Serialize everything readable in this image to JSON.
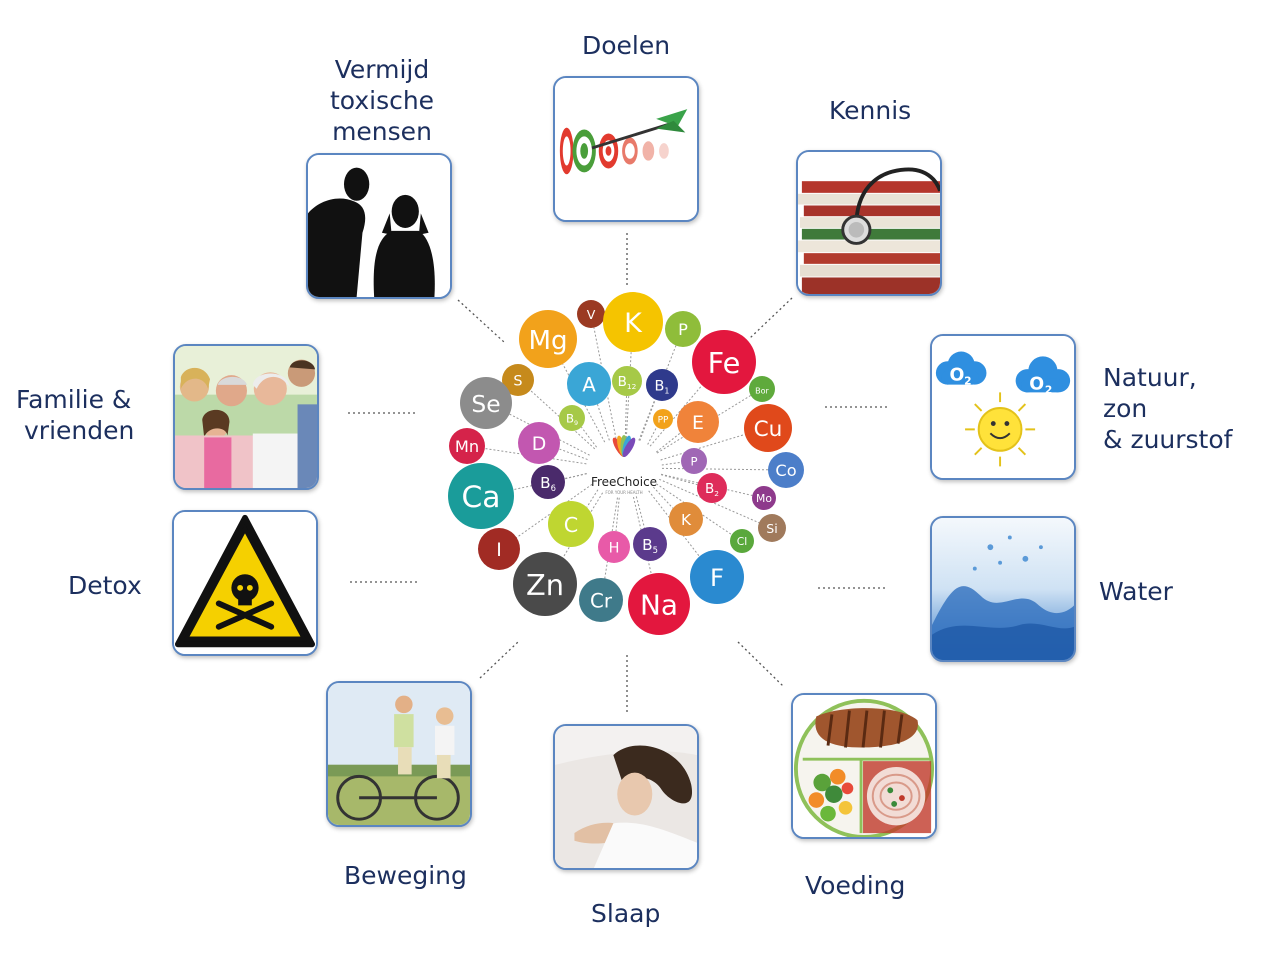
{
  "labels": {
    "doelen": "Doelen",
    "kennis": "Kennis",
    "toxic": [
      "Vermijd",
      "toxische",
      "mensen"
    ],
    "familie": [
      "Familie &",
      "vrienden"
    ],
    "natuur": [
      "Natuur,",
      "zon",
      "& zuurstof"
    ],
    "detox": "Detox",
    "water": "Water",
    "beweging": "Beweging",
    "slaap": "Slaap",
    "voeding": "Voeding"
  },
  "logo": {
    "name": "FreeChoice",
    "tagline": "FOR YOUR HEALTH"
  },
  "nutrients": [
    {
      "t": "Mg",
      "c": "#f2a21b"
    },
    {
      "t": "V",
      "c": "#9b3a22"
    },
    {
      "t": "K",
      "c": "#f5c400"
    },
    {
      "t": "P",
      "c": "#8fbd3a"
    },
    {
      "t": "Fe",
      "c": "#e3173e"
    },
    {
      "t": "S",
      "c": "#c68a1c"
    },
    {
      "t": "A",
      "c": "#3aa6d6"
    },
    {
      "t": "B12",
      "c": "#a6c947"
    },
    {
      "t": "B1",
      "c": "#2f3a8c"
    },
    {
      "t": "Bor",
      "c": "#5faa3c"
    },
    {
      "t": "Se",
      "c": "#8c8c8c"
    },
    {
      "t": "B9",
      "c": "#a6c947"
    },
    {
      "t": "PP",
      "c": "#f2a21b"
    },
    {
      "t": "E",
      "c": "#f0833a"
    },
    {
      "t": "Cu",
      "c": "#e0491b"
    },
    {
      "t": "Mn",
      "c": "#d5234a"
    },
    {
      "t": "D",
      "c": "#c257b0"
    },
    {
      "t": "P",
      "c": "#a067b5"
    },
    {
      "t": "Co",
      "c": "#4c7ec9"
    },
    {
      "t": "Ca",
      "c": "#1a9c9a"
    },
    {
      "t": "B6",
      "c": "#4a2a6b"
    },
    {
      "t": "B2",
      "c": "#de2c5a"
    },
    {
      "t": "Mo",
      "c": "#8e3a8c"
    },
    {
      "t": "K",
      "c": "#e08c3a"
    },
    {
      "t": "Si",
      "c": "#a07a5c"
    },
    {
      "t": "C",
      "c": "#bfd631"
    },
    {
      "t": "Cl",
      "c": "#5aa83c"
    },
    {
      "t": "I",
      "c": "#a12b24"
    },
    {
      "t": "H",
      "c": "#e85aa8"
    },
    {
      "t": "B5",
      "c": "#5b3a8c"
    },
    {
      "t": "Zn",
      "c": "#4a4a4a"
    },
    {
      "t": "Cr",
      "c": "#3f7a8a"
    },
    {
      "t": "Na",
      "c": "#e3173e"
    },
    {
      "t": "F",
      "c": "#2a8ad0"
    }
  ],
  "colors": {
    "label": "#1c2f5e",
    "card_border": "#5b86c1"
  }
}
